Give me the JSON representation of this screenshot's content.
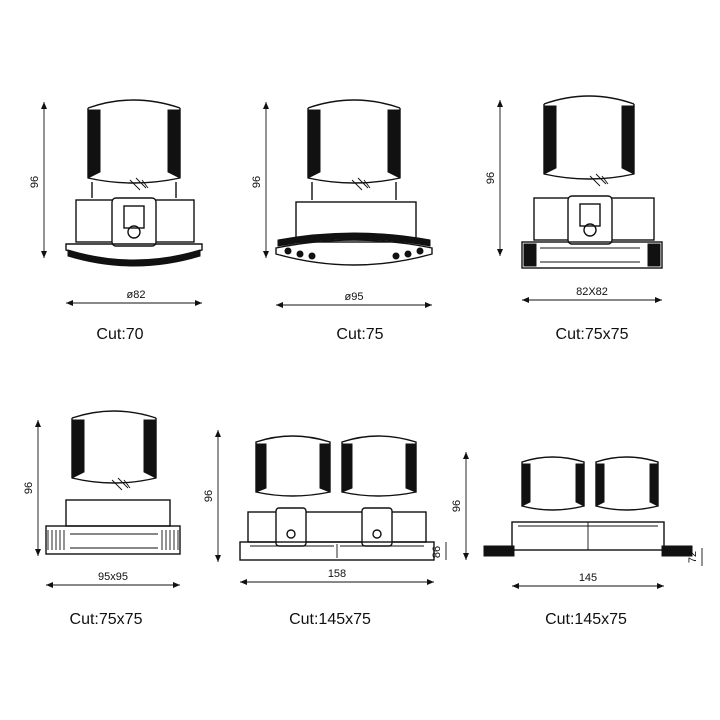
{
  "drawings": [
    {
      "height_label": "96",
      "width_label": "ø82",
      "cut_label": "Cut:70",
      "housing": "round-small"
    },
    {
      "height_label": "96",
      "width_label": "ø95",
      "cut_label": "Cut:75",
      "housing": "round-large"
    },
    {
      "height_label": "96",
      "width_label": "82X82",
      "cut_label": "Cut:75x75",
      "housing": "square-small"
    },
    {
      "height_label": "96",
      "width_label": "95x95",
      "cut_label": "Cut:75x75",
      "housing": "square-large"
    },
    {
      "height_label": "96",
      "width_label": "158",
      "cut_label": "Cut:145x75",
      "housing": "double-framed",
      "side_label": "86"
    },
    {
      "height_label": "96",
      "width_label": "145",
      "cut_label": "Cut:145x75",
      "housing": "double-trimless",
      "side_label": "72"
    }
  ]
}
